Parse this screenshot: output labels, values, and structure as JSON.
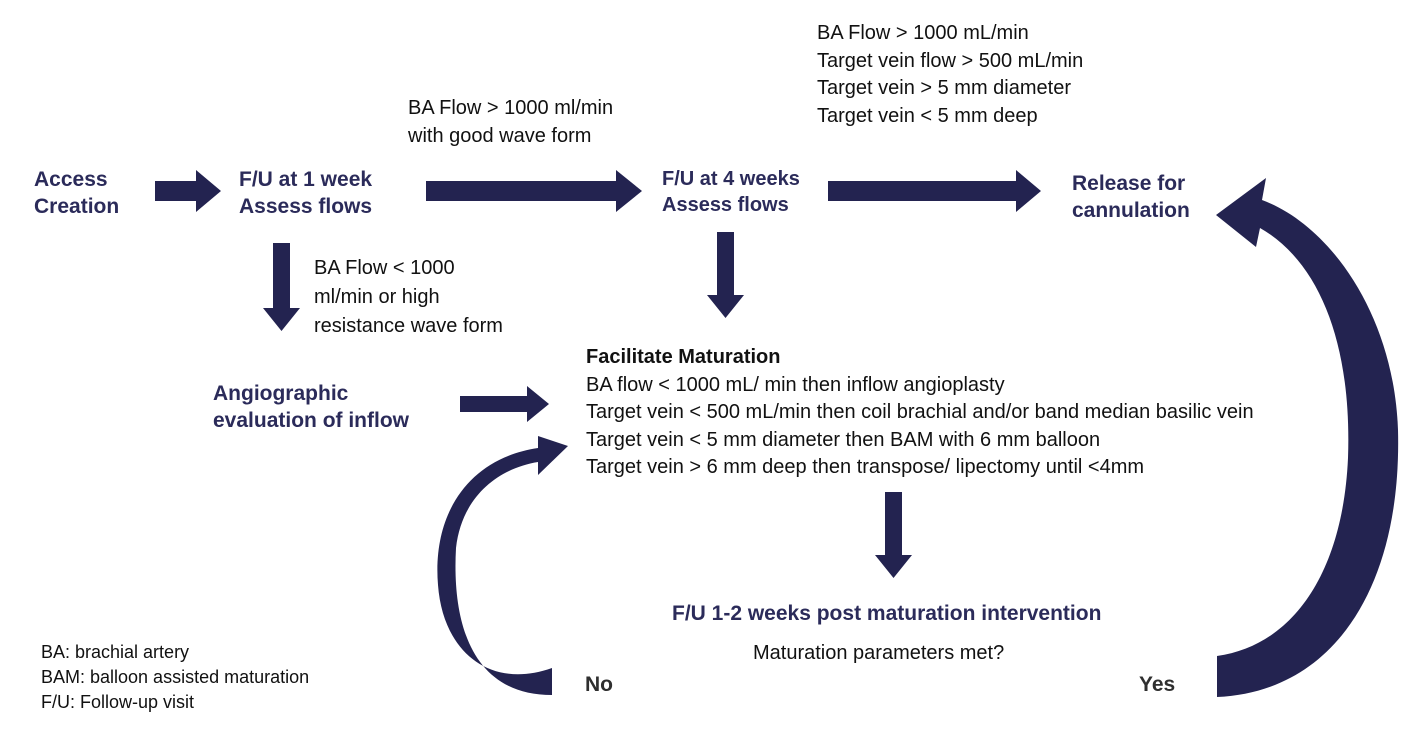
{
  "colors": {
    "node": "#2b2b5a",
    "arrow": "#232350",
    "text": "#111111",
    "answer": "#2f2f2f"
  },
  "nodes": {
    "access_creation": [
      "Access",
      "Creation"
    ],
    "fu_1_week": [
      "F/U at 1 week",
      "Assess flows"
    ],
    "fu_4_weeks": [
      "F/U at 4 weeks",
      "Assess flows"
    ],
    "release": [
      "Release for",
      "cannulation"
    ],
    "angiographic": [
      "Angiographic",
      "evaluation of inflow"
    ],
    "fu_post": "F/U 1-2 weeks post maturation intervention"
  },
  "conditions": {
    "ba_good": [
      "BA Flow > 1000 ml/min",
      "with good wave form"
    ],
    "release_criteria": [
      "BA Flow > 1000 mL/min",
      "Target vein flow > 500 mL/min",
      "Target vein > 5 mm diameter",
      "Target vein < 5 mm deep"
    ],
    "ba_low": [
      "BA Flow < 1000",
      "ml/min or high",
      "resistance wave form"
    ]
  },
  "facilitate": {
    "title": "Facilitate Maturation",
    "lines": [
      "BA flow < 1000 mL/ min then inflow angioplasty",
      "Target vein < 500 mL/min then coil brachial and/or band median basilic vein",
      "Target vein < 5 mm diameter then BAM with 6 mm balloon",
      "Target vein > 6 mm deep then transpose/ lipectomy until <4mm"
    ]
  },
  "question": "Maturation parameters met?",
  "answers": {
    "no": "No",
    "yes": "Yes"
  },
  "legend": [
    "BA: brachial artery",
    "BAM: balloon assisted maturation",
    "F/U: Follow-up visit"
  ]
}
